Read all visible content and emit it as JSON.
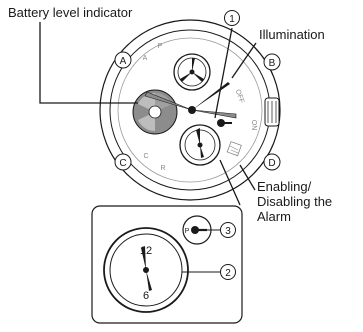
{
  "labels": {
    "battery": "Battery level indicator",
    "illumination": "Illumination",
    "enabling_line1": "Enabling/",
    "enabling_line2": "Disabling the",
    "enabling_line3": "Alarm"
  },
  "callouts": [
    "1",
    "2",
    "3"
  ],
  "buttons": [
    "A",
    "B",
    "C",
    "D"
  ],
  "bezel_marks": [
    "A",
    "P",
    "OFF",
    "ON",
    "C",
    "R"
  ],
  "crown_marks": [
    "ON",
    "OFF"
  ],
  "detail_dial": {
    "top_numeral": "12",
    "bottom_numeral": "6",
    "side_mark": "P"
  },
  "colors": {
    "line": "#1a1a1a",
    "bezel_gray": "#8c8c8c",
    "light_gray": "#bdbdbd",
    "dark_fill": "#222222"
  }
}
